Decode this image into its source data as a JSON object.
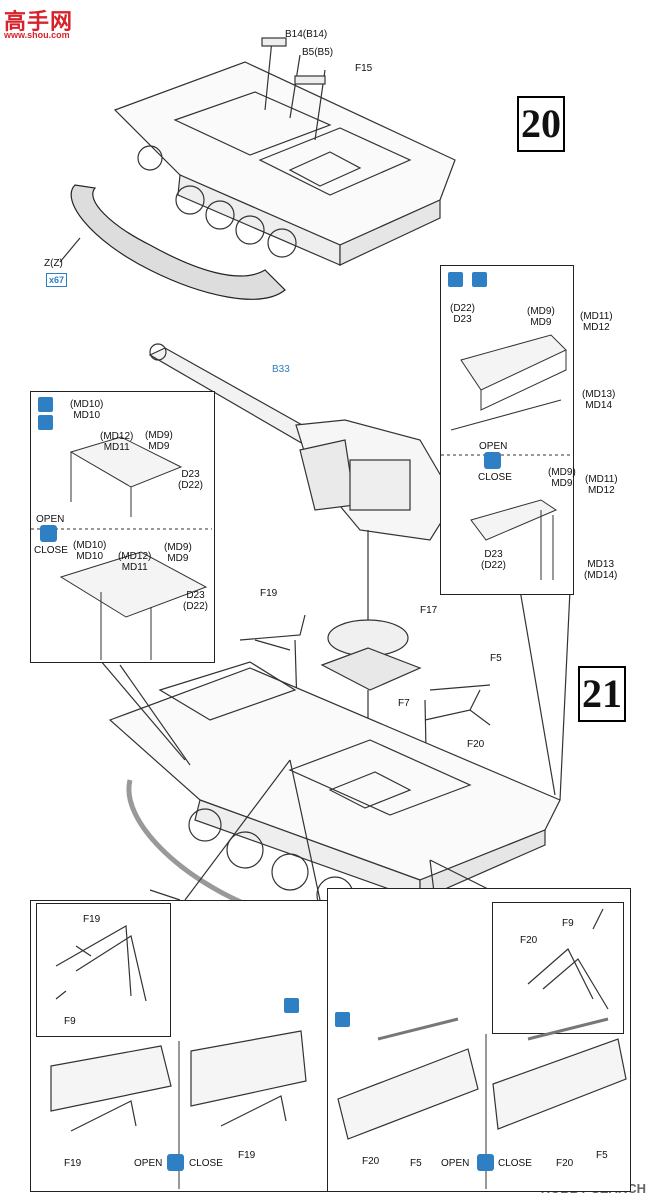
{
  "watermark": {
    "top": "高手网",
    "sub": "www.shou.com",
    "bottom": "HOBBY SEARCH"
  },
  "steps": {
    "step20": "20",
    "step21": "21"
  },
  "step20_labels": {
    "b14": "B14(B14)",
    "b5": "B5(B5)",
    "f15": "F15",
    "zz": "Z(Z)",
    "x67": "x67"
  },
  "step21_labels": {
    "b33": "B33",
    "f17": "F17",
    "f19": "F19",
    "f5": "F5",
    "f7": "F7",
    "f20": "F20"
  },
  "detail_right": {
    "d22": [
      "(D22)",
      "D23"
    ],
    "md9": [
      "(MD9)",
      "MD9"
    ],
    "md11": [
      "(MD11)",
      "MD12"
    ],
    "md13": [
      "(MD13)",
      "MD14"
    ],
    "open": "OPEN",
    "close": "CLOSE",
    "md9b": [
      "(MD9)",
      "MD9"
    ],
    "md11b": [
      "(MD11)",
      "MD12"
    ],
    "d23b": [
      "D23",
      "(D22)"
    ],
    "md13b": [
      "MD13",
      "(MD14)"
    ]
  },
  "detail_left": {
    "md10": [
      "(MD10)",
      "MD10"
    ],
    "md12": [
      "(MD12)",
      "MD11"
    ],
    "md9": [
      "(MD9)",
      "MD9"
    ],
    "d23": [
      "D23",
      "(D22)"
    ],
    "open": "OPEN",
    "close": "CLOSE",
    "md10b": [
      "(MD10)",
      "MD10"
    ],
    "md12b": [
      "(MD12)",
      "MD11"
    ],
    "md9b": [
      "(MD9)",
      "MD9"
    ],
    "d23b": [
      "D23",
      "(D22)"
    ]
  },
  "bottom_left": {
    "f19": "F19",
    "f9": "F9",
    "f19b": "F19",
    "open": "OPEN",
    "close": "CLOSE",
    "f19c": "F19"
  },
  "bottom_right": {
    "f9": "F9",
    "f20": "F20",
    "f20b": "F20",
    "f5": "F5",
    "open": "OPEN",
    "close": "CLOSE",
    "f20c": "F20",
    "f5b": "F5"
  },
  "colors": {
    "accent": "#2e7fc4",
    "watermark": "#d8222a"
  }
}
